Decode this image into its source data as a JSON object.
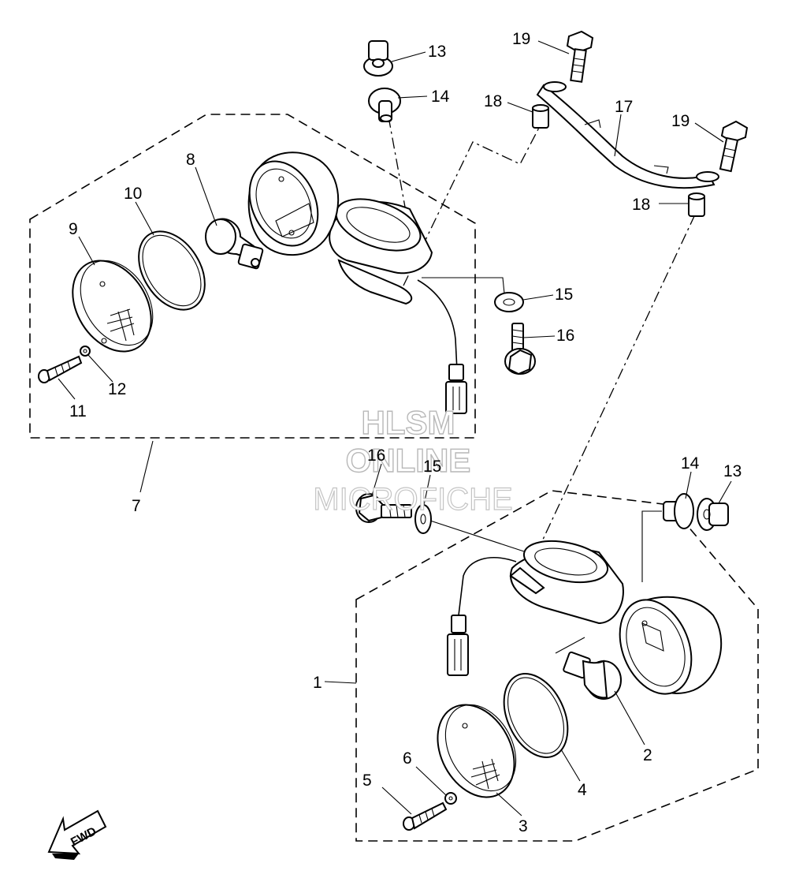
{
  "callouts": {
    "c1": "1",
    "c2": "2",
    "c3": "3",
    "c4": "4",
    "c5": "5",
    "c6": "6",
    "c7": "7",
    "c8": "8",
    "c9": "9",
    "c10": "10",
    "c11": "11",
    "c12": "12",
    "c13a": "13",
    "c13b": "13",
    "c14a": "14",
    "c14b": "14",
    "c15a": "15",
    "c15b": "15",
    "c16a": "16",
    "c16b": "16",
    "c17": "17",
    "c18a": "18",
    "c18b": "18",
    "c19a": "19",
    "c19b": "19"
  },
  "watermark": {
    "line1": "HLSM",
    "line2": "ONLINE",
    "line3": "MICROFICHE"
  },
  "fwd_label": "FWD"
}
